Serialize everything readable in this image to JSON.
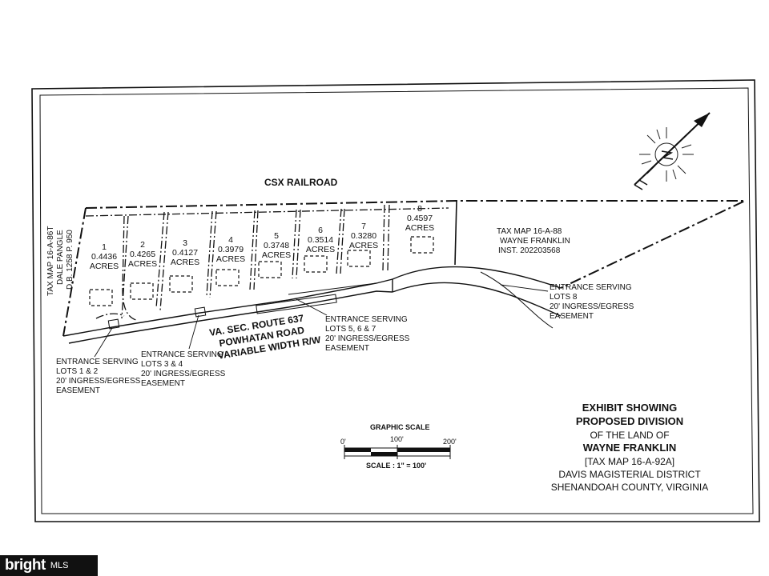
{
  "railroad_label": "CSX RAILROAD",
  "lots": [
    {
      "number": "1",
      "acres": "0.4436",
      "unit": "ACRES"
    },
    {
      "number": "2",
      "acres": "0.4265",
      "unit": "ACRES"
    },
    {
      "number": "3",
      "acres": "0.4127",
      "unit": "ACRES"
    },
    {
      "number": "4",
      "acres": "0.3979",
      "unit": "ACRES"
    },
    {
      "number": "5",
      "acres": "0.3748",
      "unit": "ACRES"
    },
    {
      "number": "6",
      "acres": "0.3514",
      "unit": "ACRES"
    },
    {
      "number": "7",
      "acres": "0.3280",
      "unit": "ACRES"
    },
    {
      "number": "8",
      "acres": "0.4597",
      "unit": "ACRES"
    }
  ],
  "adjoiner_west": [
    "TAX MAP 16-A-86T",
    "DALE PANGLE",
    "D.B. 1258 P. 950"
  ],
  "adjoiner_east": [
    "TAX MAP 16-A-88",
    "WAYNE FRANKLIN",
    "INST. 202203568"
  ],
  "road": [
    "VA. SEC. ROUTE 637",
    "POWHATAN ROAD",
    "VARIABLE WIDTH R/W"
  ],
  "easements": [
    [
      "ENTRANCE SERVING",
      "LOTS 1 & 2",
      "20' INGRESS/EGRESS",
      "EASEMENT"
    ],
    [
      "ENTRANCE SERVING",
      "LOTS 3 & 4",
      "20' INGRESS/EGRESS",
      "EASEMENT"
    ],
    [
      "ENTRANCE SERVING",
      "LOTS 5, 6 & 7",
      "20' INGRESS/EGRESS",
      "EASEMENT"
    ],
    [
      "ENTRANCE SERVING",
      "LOTS 8",
      "20' INGRESS/EGRESS",
      "EASEMENT"
    ]
  ],
  "scale": {
    "title": "GRAPHIC SCALE",
    "ticks": [
      "0'",
      "100'",
      "200'"
    ],
    "caption": "SCALE : 1\" = 100'"
  },
  "title_block": {
    "line1": "EXHIBIT SHOWING",
    "line2": "PROPOSED DIVISION",
    "line3": "OF THE LAND OF",
    "line4": "WAYNE FRANKLIN",
    "line5": "[TAX MAP 16-A-92A]",
    "line6": "DAVIS MAGISTERIAL DISTRICT",
    "line7": "SHENANDOAH COUNTY, VIRGINIA"
  },
  "watermark": {
    "brand": "bright",
    "suffix": "MLS"
  },
  "north_arrow_icon": "north-arrow-icon"
}
